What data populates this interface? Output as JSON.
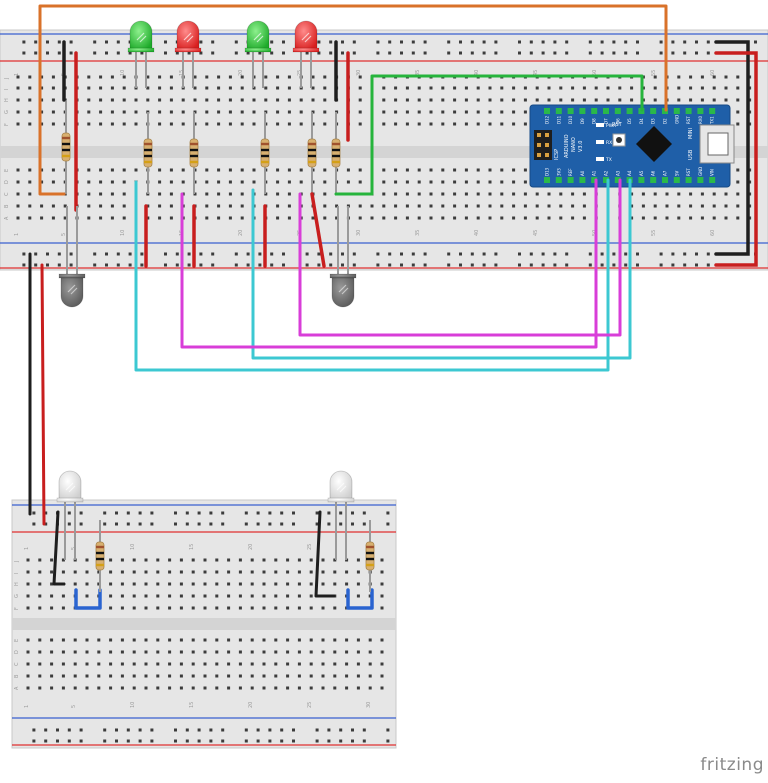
{
  "app": {
    "watermark": "fritzing"
  },
  "breadboard_main": {
    "row_letters_top": [
      "J",
      "I",
      "H",
      "G",
      "F"
    ],
    "row_letters_bottom": [
      "E",
      "D",
      "C",
      "B",
      "A"
    ],
    "column_numbers": [
      "1",
      "5",
      "10",
      "15",
      "20",
      "25",
      "30",
      "35",
      "40",
      "45",
      "50",
      "55",
      "60"
    ]
  },
  "breadboard_small": {
    "row_letters_top": [
      "J",
      "I",
      "H",
      "G",
      "F"
    ],
    "row_letters_bottom": [
      "E",
      "D",
      "C",
      "B",
      "A"
    ],
    "column_numbers": [
      "1",
      "5",
      "10",
      "15",
      "20",
      "25",
      "30"
    ]
  },
  "arduino": {
    "name_line1": "ARDUINO",
    "name_line2": "NANO",
    "name_line3": "V3.0",
    "top_pins": [
      "D12",
      "D11",
      "D10",
      "D9",
      "D8",
      "D7",
      "D6",
      "D5",
      "D4",
      "D3",
      "D2",
      "GND",
      "RST",
      "RX0",
      "TX1"
    ],
    "bottom_pins": [
      "D13",
      "3V3",
      "REF",
      "A0",
      "A1",
      "A2",
      "A3",
      "A4",
      "A5",
      "A6",
      "A7",
      "5V",
      "RST",
      "GND",
      "VIN"
    ],
    "icsp_label": "ICSP",
    "rst_label": "RST",
    "pwr_label": "PWR",
    "rx_label": "RX",
    "tx_label": "TX",
    "usb_label": "USB",
    "mini_label": "MINI"
  },
  "colors": {
    "wire_orange": "#d9722a",
    "wire_green": "#26b43c",
    "wire_cyan": "#3cc8d2",
    "wire_magenta": "#d83ed8",
    "wire_red": "#c81e1e",
    "wire_black": "#1e1e1e",
    "wire_blue": "#2a64d0",
    "board_blue": "#1f5fa8",
    "breadboard": "#e8e8e8"
  },
  "icons": [
    "led-green-icon",
    "led-red-icon",
    "led-white-icon",
    "phototransistor-icon",
    "resistor-icon",
    "arduino-nano-icon"
  ]
}
